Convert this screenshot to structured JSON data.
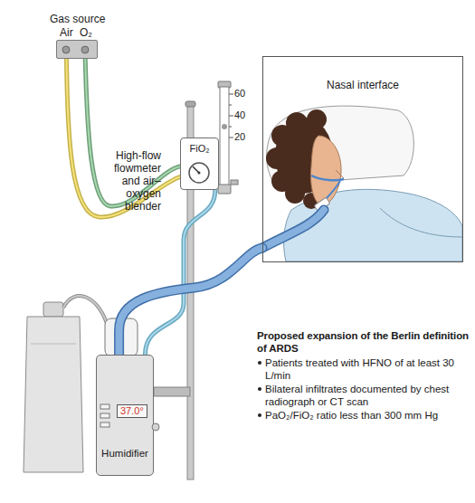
{
  "diagram": {
    "nodes": [
      {
        "text": [
          "Gas source",
          "Air",
          "O₂"
        ]
      },
      {
        "text": [
          "High-flow flowmeter and air–oxygen blender",
          "FiO₂"
        ]
      },
      {
        "text": [
          "37.0°",
          "Humidifier"
        ]
      },
      {
        "text": [
          "Nasal interface"
        ]
      }
    ],
    "edges": [
      {
        "from": 0,
        "to": 1,
        "arrow": "none"
      },
      {
        "from": 0,
        "to": 1,
        "arrow": "none"
      },
      {
        "from": 1,
        "to": 2,
        "arrow": "none"
      },
      {
        "from": 2,
        "to": 3,
        "arrow": "none"
      }
    ],
    "labels": [
      "60",
      "40",
      "20",
      "Proposed expansion of the Berlin definition of ARDS",
      "Patients treated with HFNO of at least 30 L/min",
      "Bilateral infiltrates documented by chest radiograph or CT scan",
      "PaO₂/FiO₂ ratio less than 300 mm Hg"
    ]
  }
}
